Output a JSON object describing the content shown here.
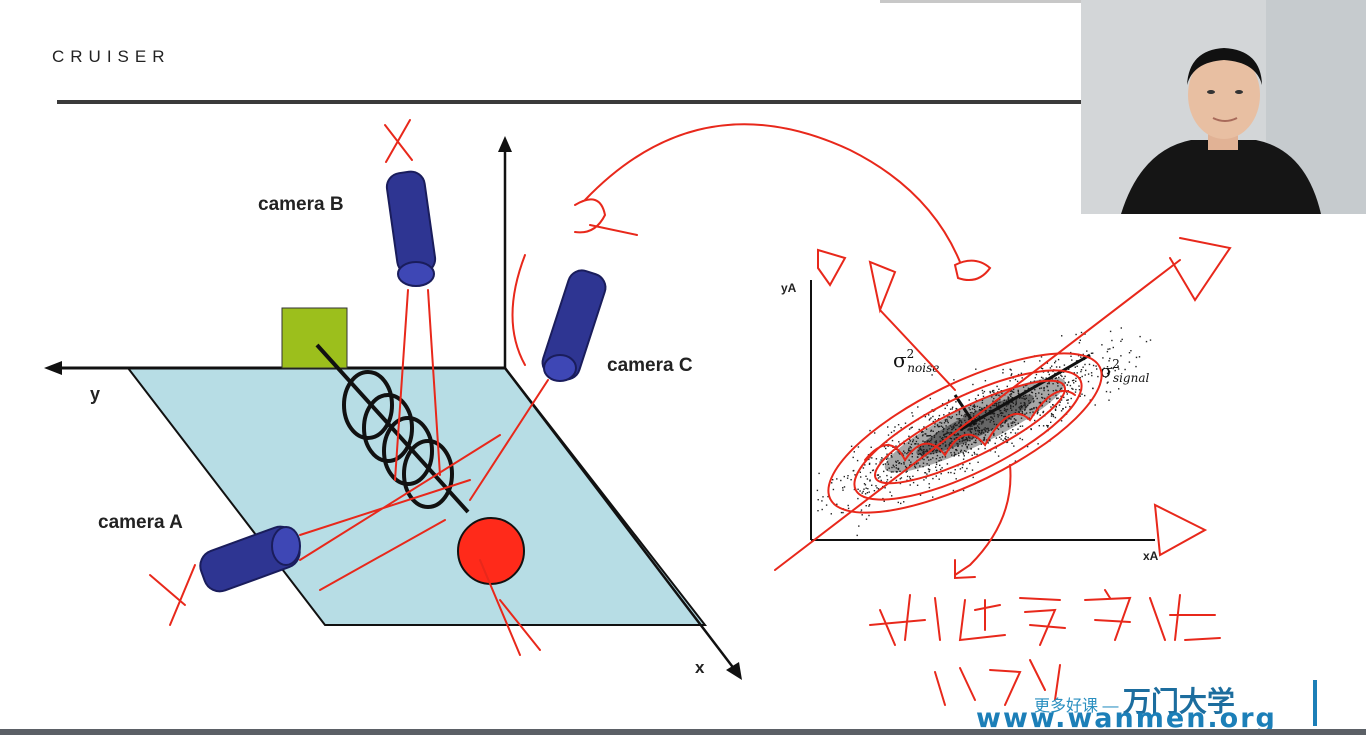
{
  "logo": "CRUISER",
  "diagram": {
    "camera_a": "camera A",
    "camera_b": "camera B",
    "camera_c": "camera C",
    "axis_x": "x",
    "axis_y": "y"
  },
  "plot": {
    "y_label": "yA",
    "x_label": "xA",
    "noise_label": "σ²noise",
    "signal_label": "σ²signal"
  },
  "annotations": {
    "handwritten_main": "判断真定维",
    "handwritten_small": "度多形"
  },
  "watermark": {
    "prefix": "更多好课 —",
    "brand": "万门大学",
    "url": "www.wanmen.org"
  },
  "colors": {
    "camera": "#2e3592",
    "plane": "#b7dde5",
    "block": "#9cbf1c",
    "ball": "#ff2a1a",
    "annotation": "#e8281b"
  }
}
